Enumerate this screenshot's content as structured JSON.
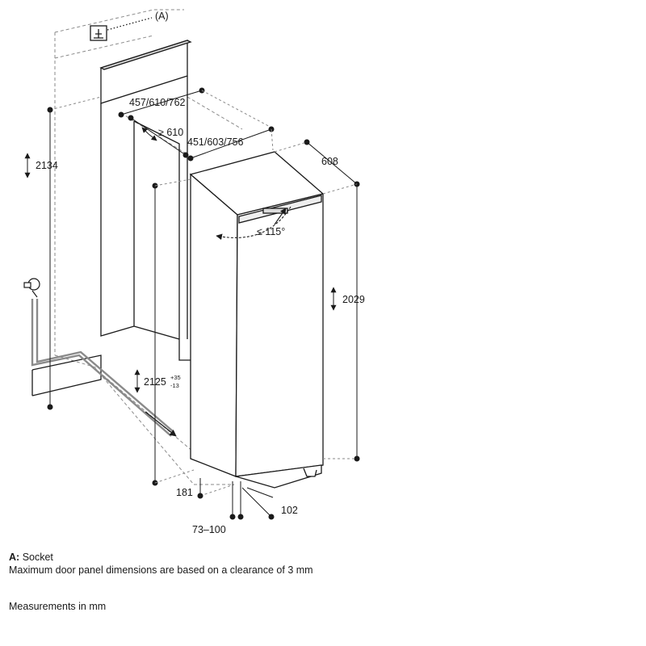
{
  "labels": {
    "socket_marker": "(A)",
    "niche_width": "457/610/762",
    "depth_min": "≥ 610",
    "panel_width": "451/603/756",
    "appliance_depth": "608",
    "niche_height": "2134",
    "door_angle": "≤ 115°",
    "appliance_height": "2029",
    "panel_height": "2125",
    "panel_height_tol_plus": "+35",
    "panel_height_tol_minus": "-13",
    "plinth_height": "181",
    "plinth_depth": "102",
    "toe_kick": "73–100"
  },
  "legend": {
    "socket_key": "A:",
    "socket_text": "Socket",
    "note": "Maximum door panel dimensions are based on a clearance of 3 mm",
    "units": "Measurements in mm"
  }
}
